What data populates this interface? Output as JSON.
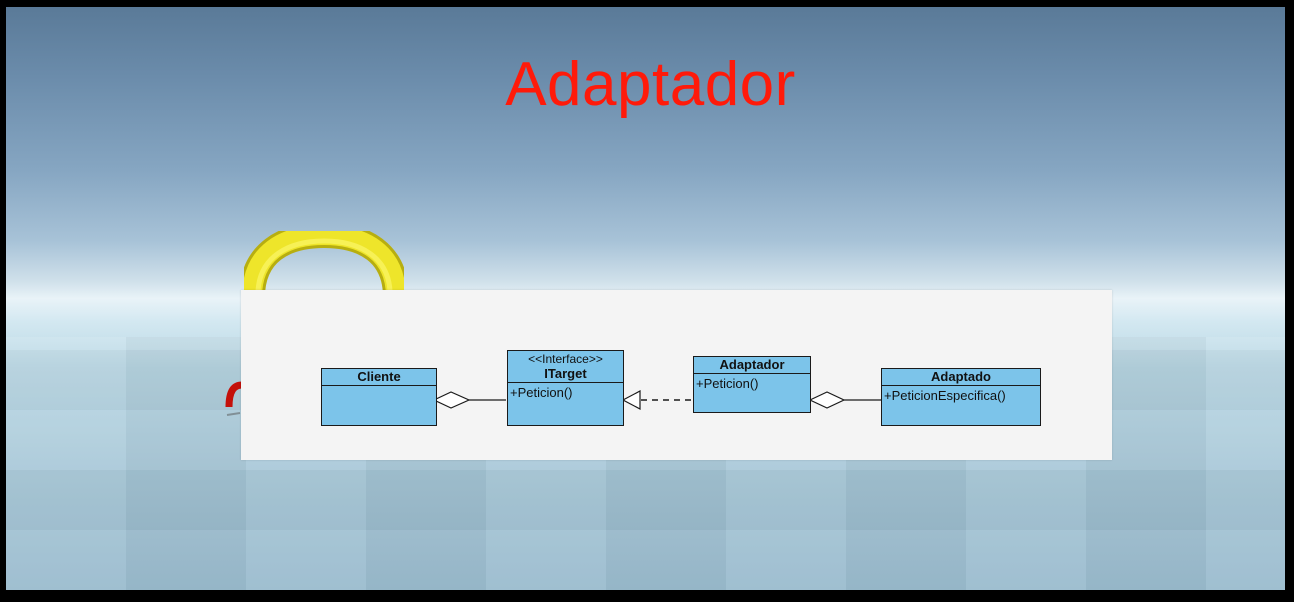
{
  "title": "Adaptador",
  "diagram": {
    "classes": [
      {
        "id": "cliente",
        "name": "Cliente",
        "stereotype": "",
        "operations": []
      },
      {
        "id": "itarget",
        "name": "ITarget",
        "stereotype": "<<Interface>>",
        "operations": [
          "+Peticion()"
        ]
      },
      {
        "id": "adaptador",
        "name": "Adaptador",
        "stereotype": "",
        "operations": [
          "+Peticion()"
        ]
      },
      {
        "id": "adaptado",
        "name": "Adaptado",
        "stereotype": "",
        "operations": [
          "+PeticionEspecifica()"
        ]
      }
    ],
    "relations": [
      {
        "from": "cliente",
        "to": "itarget",
        "type": "aggregation"
      },
      {
        "from": "adaptador",
        "to": "itarget",
        "type": "realization"
      },
      {
        "from": "adaptador",
        "to": "adaptado",
        "type": "aggregation"
      }
    ]
  },
  "colors": {
    "title": "#ff1a0a",
    "class_fill": "#7cc4ea",
    "panel": "#f4f4f4",
    "torus": "#e8e020"
  }
}
